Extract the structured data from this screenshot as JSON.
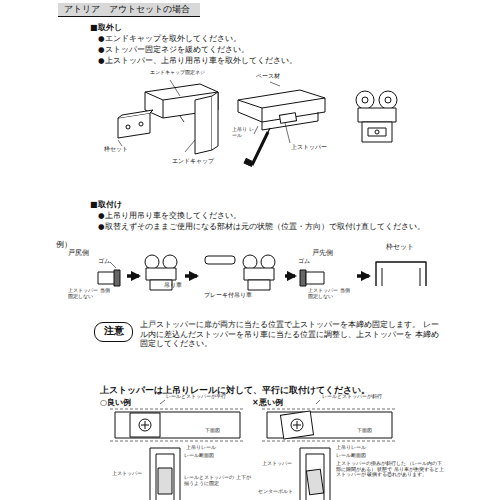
{
  "diagram": {
    "title": "アトリア　アウトセットの場合",
    "nodes": [
      {
        "text": [
          "戸尻側",
          "ゴム",
          "上ストッパー 当側固定しない"
        ]
      },
      {
        "text": [
          "吊り車"
        ]
      },
      {
        "text": [
          "ブレーキ付吊り車"
        ]
      },
      {
        "text": [
          "戸先側",
          "ゴム",
          "上ストッパー 当側固定しない"
        ]
      },
      {
        "text": [
          "枠セット"
        ]
      },
      {
        "text": [
          "注意"
        ]
      }
    ],
    "edges": [
      {
        "from": 0,
        "to": 1,
        "arrow": "to"
      },
      {
        "from": 1,
        "to": 2,
        "arrow": "to"
      },
      {
        "from": 2,
        "to": 3,
        "arrow": "to"
      },
      {
        "from": 3,
        "to": 4,
        "arrow": "to"
      }
    ],
    "labels": [
      "■取外し",
      "●エンドキャップを取外してください。",
      "●ストッパー固定ネジを緩めてください。",
      "●上ストッパー、上吊り用吊り車を取外してください。",
      "エンドキャップ固定ネジ",
      "枠セット",
      "エンドキャップ",
      "ベース材",
      "上吊り レール",
      "上ストッパー",
      "■取付け",
      "●上吊り用吊り車を交換してください。",
      "●取替えずそのままご使用になる部材は元の状態（位置・方向）で取付け直してください。",
      "例）",
      "上戸ストッパーに扉が両方に当たる位置で上ストッパーを本締め固定します。 レール内に差込んだストッパーを吊り車に当たる位置に調整し、上ストッパーを 本締め固定してください。",
      "上ストッパーは上吊りレールに対して、平行に取付けてください。",
      "○良い例",
      "レールとストッパーが平行",
      "下面図",
      "上吊りレール",
      "上ストッパー",
      "レール断面図",
      "レールとストッパーの 上下が揃うように固定",
      "×悪い例",
      "レールとストッパーが斜行",
      "下面図",
      "上吊りレール",
      "レール断面図",
      "上ストッパーの掛みが斜行した （レール内の下部に隙間がある） 状態で 吊り車が衝突すると上ストッパーが 破損する恐れがあります。",
      "上ストッパー",
      "センターボルト"
    ]
  }
}
